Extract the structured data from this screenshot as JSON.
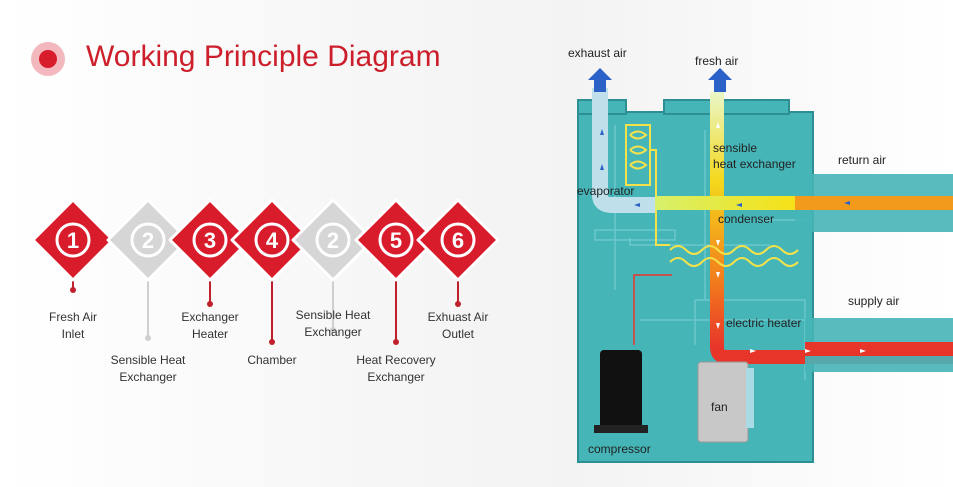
{
  "title": "Working Principle Diagram",
  "colors": {
    "accent": "#d91c2b",
    "inactive": "#d6d6d6",
    "unit": "#3fb2b5"
  },
  "steps": [
    {
      "number": "1",
      "active": true,
      "label_lines": [
        "Fresh Air",
        "Inlet"
      ]
    },
    {
      "number": "2",
      "active": false,
      "label_lines": [
        "Sensible Heat",
        "Exchanger"
      ]
    },
    {
      "number": "3",
      "active": true,
      "label_lines": [
        "Exchanger",
        "Heater"
      ]
    },
    {
      "number": "4",
      "active": true,
      "label_lines": [
        "Chamber"
      ]
    },
    {
      "number": "2",
      "active": false,
      "label_lines": [
        "Sensible Heat",
        "Exchanger"
      ]
    },
    {
      "number": "5",
      "active": true,
      "label_lines": [
        "Heat Recovery",
        "Exchanger"
      ]
    },
    {
      "number": "6",
      "active": true,
      "label_lines": [
        "Exhuast Air",
        "Outlet"
      ]
    }
  ],
  "diagram": {
    "exhaust_air": "exhaust air",
    "fresh_air": "fresh air",
    "sensible_heat_exchanger_1": "sensible",
    "sensible_heat_exchanger_2": "heat  exchanger",
    "return_air": "return air",
    "evaporator": "evaporator",
    "condenser": "condenser",
    "supply_air": "supply air",
    "electric_heater": "electric heater",
    "fan": "fan",
    "compressor": "compressor"
  }
}
